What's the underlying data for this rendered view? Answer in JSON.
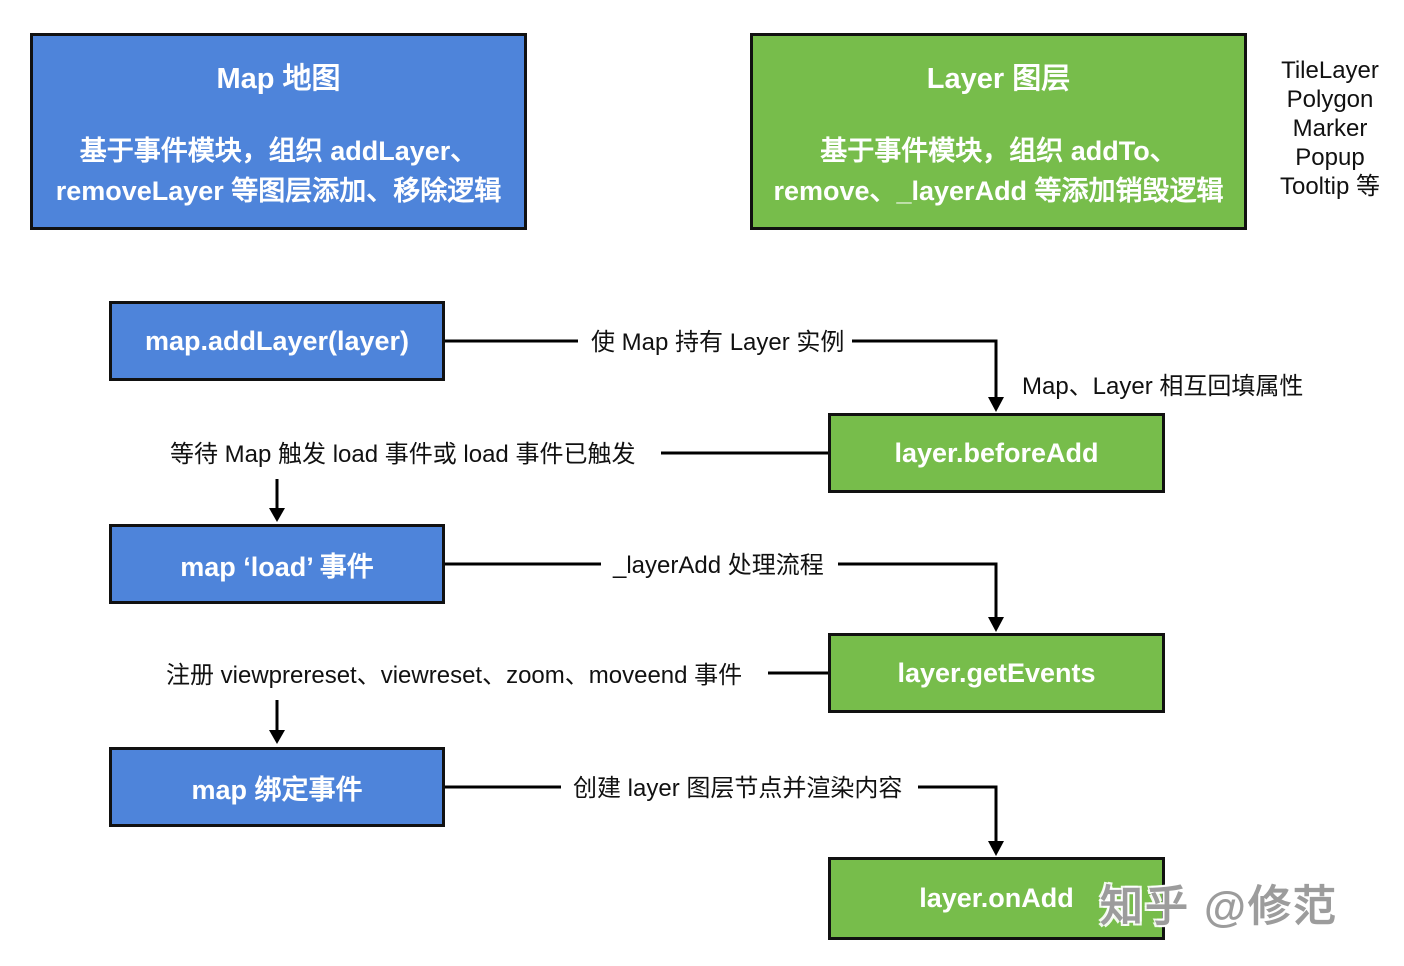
{
  "diagram": {
    "header": {
      "map_box": {
        "title": "Map 地图",
        "body_line1": "基于事件模块，组织 addLayer、",
        "body_line2": "removeLayer 等图层添加、移除逻辑"
      },
      "layer_box": {
        "title": "Layer 图层",
        "body_line1": "基于事件模块，组织 addTo、",
        "body_line2": "remove、_layerAdd 等添加销毁逻辑"
      },
      "layer_types": [
        "TileLayer",
        "Polygon",
        "Marker",
        "Popup",
        "Tooltip 等"
      ]
    },
    "nodes": [
      {
        "id": "map-addlayer",
        "label": "map.addLayer(layer)",
        "type": "map"
      },
      {
        "id": "layer-beforeadd",
        "label": "layer.beforeAdd",
        "type": "layer"
      },
      {
        "id": "map-load-event",
        "label": "map ‘load’ 事件",
        "type": "map"
      },
      {
        "id": "layer-getevents",
        "label": "layer.getEvents",
        "type": "layer"
      },
      {
        "id": "map-bind-events",
        "label": "map 绑定事件",
        "type": "map"
      },
      {
        "id": "layer-onadd",
        "label": "layer.onAdd",
        "type": "layer"
      }
    ],
    "edges": [
      {
        "label": "使 Map 持有 Layer 实例"
      },
      {
        "label": "Map、Layer 相互回填属性"
      },
      {
        "label": "等待 Map 触发 load 事件或 load 事件已触发"
      },
      {
        "label": "_layerAdd 处理流程"
      },
      {
        "label": "注册 viewprereset、viewreset、zoom、moveend 事件"
      },
      {
        "label": "创建 layer 图层节点并渲染内容"
      }
    ],
    "colors": {
      "map_fill": "#4e84da",
      "layer_fill": "#77bd4b",
      "line": "#000000",
      "label_text": "#111111",
      "watermark_text": "#9c9c9c"
    },
    "watermark": "知乎 @修范"
  }
}
